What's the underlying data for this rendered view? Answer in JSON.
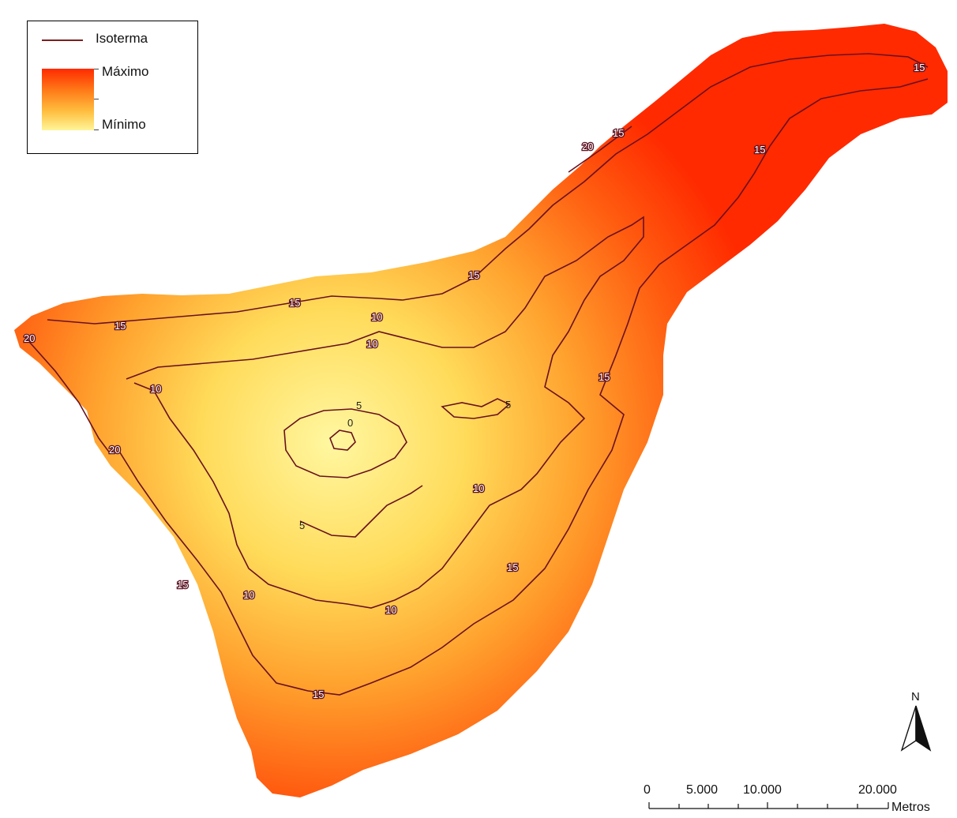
{
  "legend": {
    "isoline_label": "Isoterma",
    "max_label": "Máximo",
    "min_label": "Mínimo",
    "ramp_colors": [
      "#ff2a00",
      "#ff7a18",
      "#ffc040",
      "#fff59a"
    ],
    "isoline_color": "#7a1f1f"
  },
  "contour_labels": [
    "15",
    "20",
    "15",
    "15",
    "15",
    "15",
    "10",
    "10",
    "15",
    "20",
    "10",
    "15",
    "5",
    "5",
    "0",
    "20",
    "10",
    "5",
    "15",
    "15",
    "10",
    "10",
    "15"
  ],
  "scale_bar": {
    "ticks": [
      "0",
      "5.000",
      "10.000",
      "20.000"
    ],
    "unit": "Metros"
  },
  "north_arrow": {
    "label": "N"
  }
}
